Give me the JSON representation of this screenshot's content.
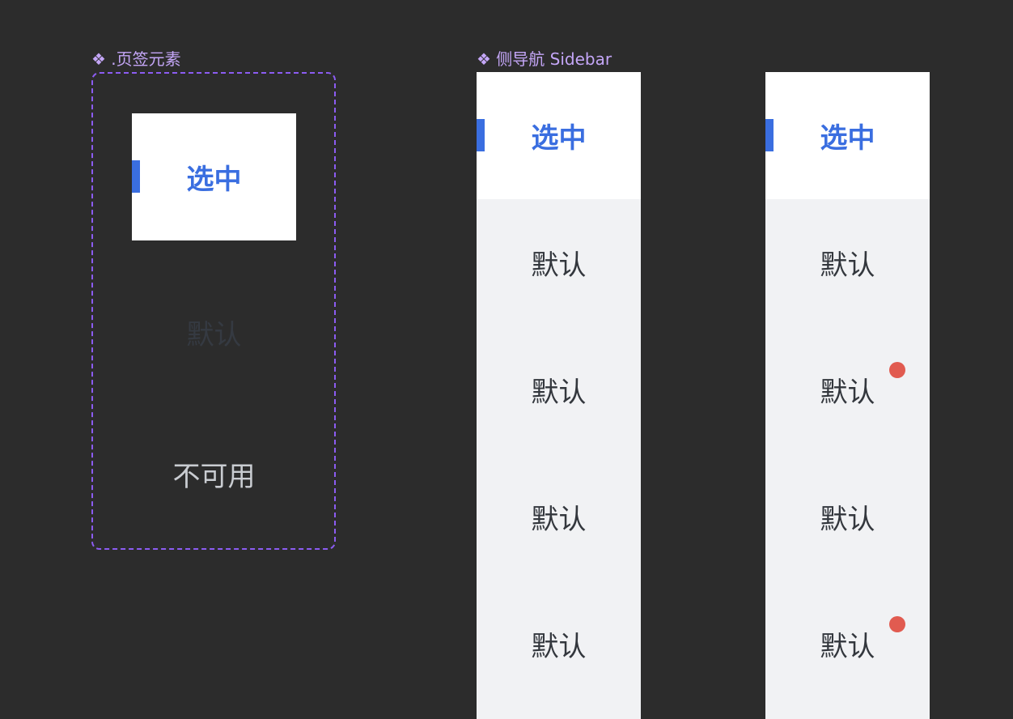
{
  "frames": {
    "tab_element": {
      "icon": "component-set-icon",
      "label": "❖ .页签元素",
      "states": {
        "selected": "选中",
        "default": "默认",
        "disabled": "不可用"
      }
    },
    "sidebar": {
      "icon": "component-set-icon",
      "label": "❖ 侧导航 Sidebar",
      "variant_plain": {
        "items": [
          {
            "label": "选中",
            "state": "selected"
          },
          {
            "label": "默认",
            "state": "default"
          },
          {
            "label": "默认",
            "state": "default"
          },
          {
            "label": "默认",
            "state": "default"
          },
          {
            "label": "默认",
            "state": "default"
          }
        ]
      },
      "variant_badged": {
        "items": [
          {
            "label": "选中",
            "state": "selected",
            "badge": false
          },
          {
            "label": "默认",
            "state": "default",
            "badge": false
          },
          {
            "label": "默认",
            "state": "default",
            "badge": true
          },
          {
            "label": "默认",
            "state": "default",
            "badge": false
          },
          {
            "label": "默认",
            "state": "default",
            "badge": true
          }
        ]
      }
    }
  },
  "colors": {
    "canvas": "#2c2c2c",
    "accent": "#3a6ee0",
    "frame_label": "#c4a6f7",
    "frame_border": "#8c5cf2",
    "sidebar_bg": "#f1f2f4",
    "badge": "#e15b50"
  }
}
